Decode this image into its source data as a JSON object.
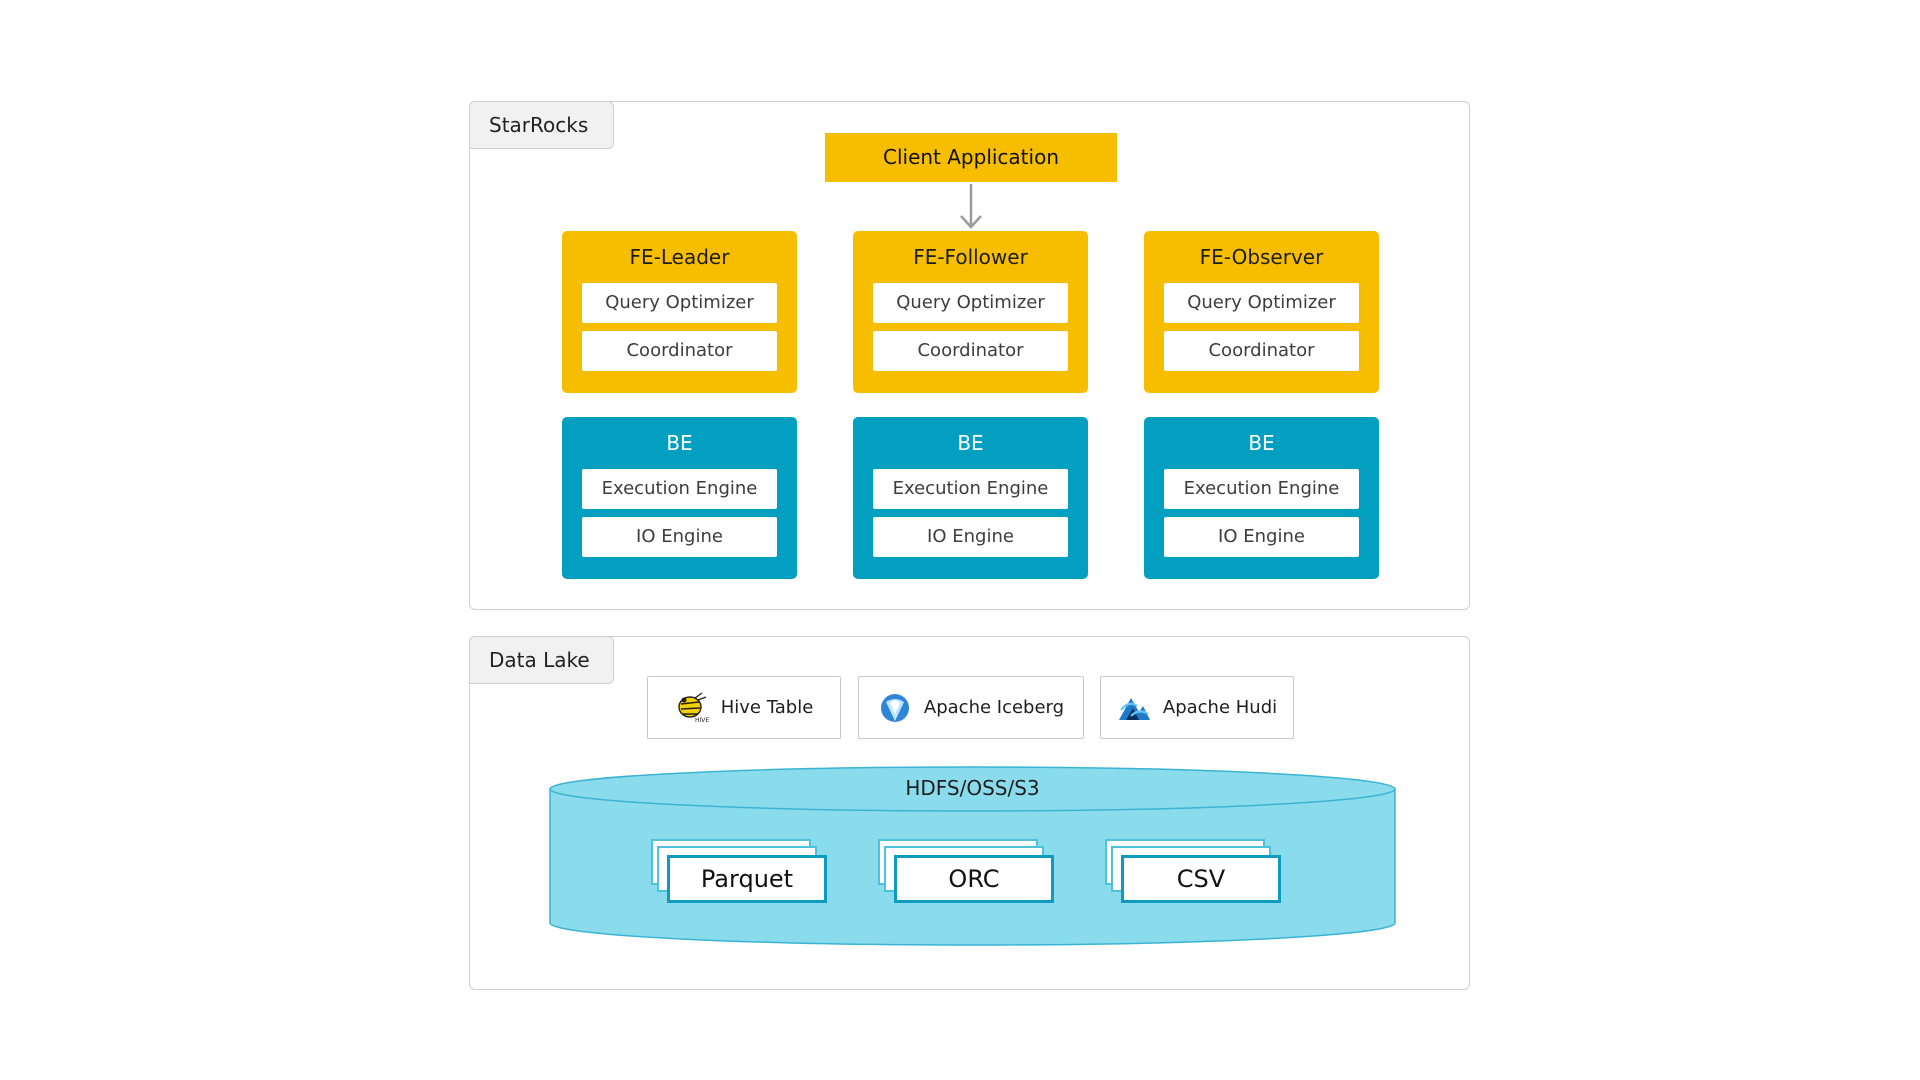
{
  "sections": {
    "starrocks": {
      "label": "StarRocks"
    },
    "datalake": {
      "label": "Data Lake"
    }
  },
  "client_application": "Client Application",
  "frontends": [
    {
      "title": "FE-Leader",
      "components": [
        "Query Optimizer",
        "Coordinator"
      ]
    },
    {
      "title": "FE-Follower",
      "components": [
        "Query Optimizer",
        "Coordinator"
      ]
    },
    {
      "title": "FE-Observer",
      "components": [
        "Query Optimizer",
        "Coordinator"
      ]
    }
  ],
  "backends": [
    {
      "title": "BE",
      "components": [
        "Execution Engine",
        "IO Engine"
      ]
    },
    {
      "title": "BE",
      "components": [
        "Execution Engine",
        "IO Engine"
      ]
    },
    {
      "title": "BE",
      "components": [
        "Execution Engine",
        "IO Engine"
      ]
    }
  ],
  "table_formats": [
    {
      "label": "Hive Table",
      "icon": "hive-icon"
    },
    {
      "label": "Apache Iceberg",
      "icon": "iceberg-icon"
    },
    {
      "label": "Apache Hudi",
      "icon": "hudi-icon"
    }
  ],
  "storage": {
    "label": "HDFS/OSS/S3",
    "file_formats": [
      "Parquet",
      "ORC",
      "CSV"
    ]
  },
  "colors": {
    "fe": "#f7be00",
    "be": "#029fc1",
    "storage": "#8adced",
    "border": "#cfcfcf"
  }
}
